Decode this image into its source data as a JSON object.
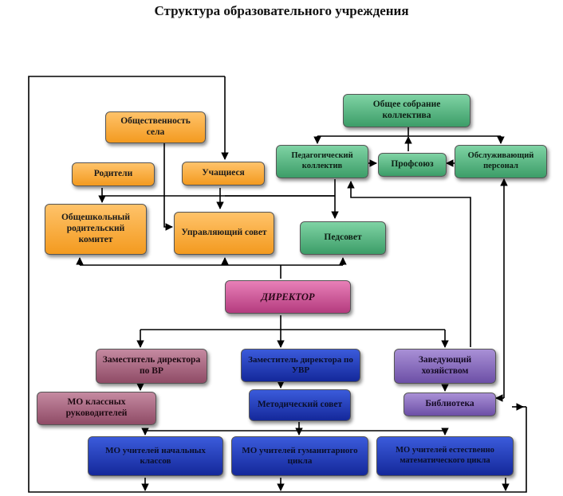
{
  "title": "Структура образовательного учреждения",
  "boxes": {
    "obshchestvennost": "Общественность села",
    "roditeli": "Родители",
    "uchashchiesya": "Учащиеся",
    "obshcheshkolny": "Общешкольный родительский комитет",
    "upravlyayushchy": "Управляющий совет",
    "obshchee_sobranie": "Общее собрание коллектива",
    "ped_kollektiv": "Педагогический коллектив",
    "profsoyuz": "Профсоюз",
    "obsluzh_personal": "Обслуживающий персонал",
    "pedsovet": "Педсовет",
    "direktor": "ДИРЕКТОР",
    "zam_vr": "Заместитель директора по ВР",
    "zam_uvr": "Заместитель директора по УВР",
    "zav_hoz": "Заведующий хозяйством",
    "mo_klassnyh": "МО классных руководителей",
    "metod_sovet": "Методический совет",
    "biblioteka": "Библиотека",
    "mo_nach": "МО учителей начальных классов",
    "mo_gum": "МО учителей гуманитарного цикла",
    "mo_est": "МО учителей естественно математического цикла"
  },
  "colors": {
    "orange": "#f39a1f",
    "green": "#3c9d68",
    "pink": "#b43b7e",
    "mauve": "#8f4b66",
    "lilac": "#6c4fa6",
    "blue": "#14289a",
    "line": "#000000"
  }
}
